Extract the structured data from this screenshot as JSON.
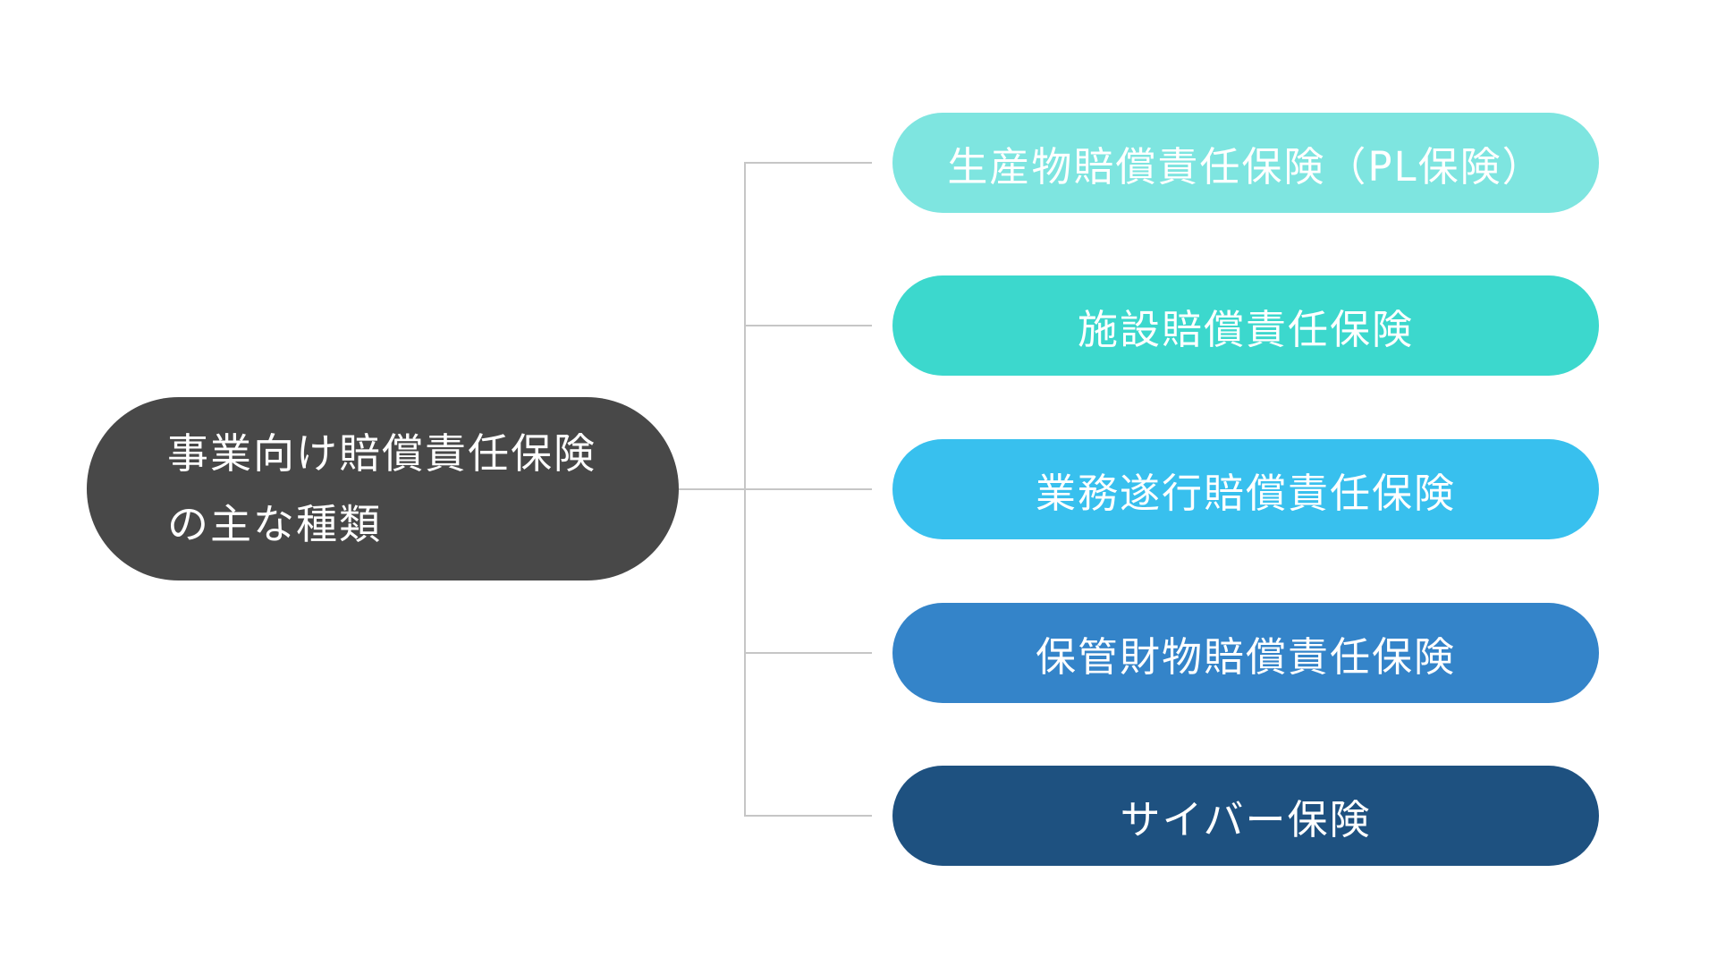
{
  "diagram": {
    "background_color": "#ffffff",
    "connector_color": "#c6c6c6",
    "root": {
      "label_lines": [
        "事業向け賠償責任保険",
        "の主な種類"
      ],
      "bg_color": "#484848",
      "text_color": "#ffffff"
    },
    "children": [
      {
        "label": "生産物賠償責任保険（PL保険）",
        "bg_color": "#7ee5e0",
        "text_color": "#ffffff"
      },
      {
        "label": "施設賠償責任保険",
        "bg_color": "#3cd8cd",
        "text_color": "#ffffff"
      },
      {
        "label": "業務遂行賠償責任保険",
        "bg_color": "#38c0ee",
        "text_color": "#ffffff"
      },
      {
        "label": "保管財物賠償責任保険",
        "bg_color": "#3484c9",
        "text_color": "#ffffff"
      },
      {
        "label": "サイバー保険",
        "bg_color": "#1e5180",
        "text_color": "#ffffff"
      }
    ]
  }
}
